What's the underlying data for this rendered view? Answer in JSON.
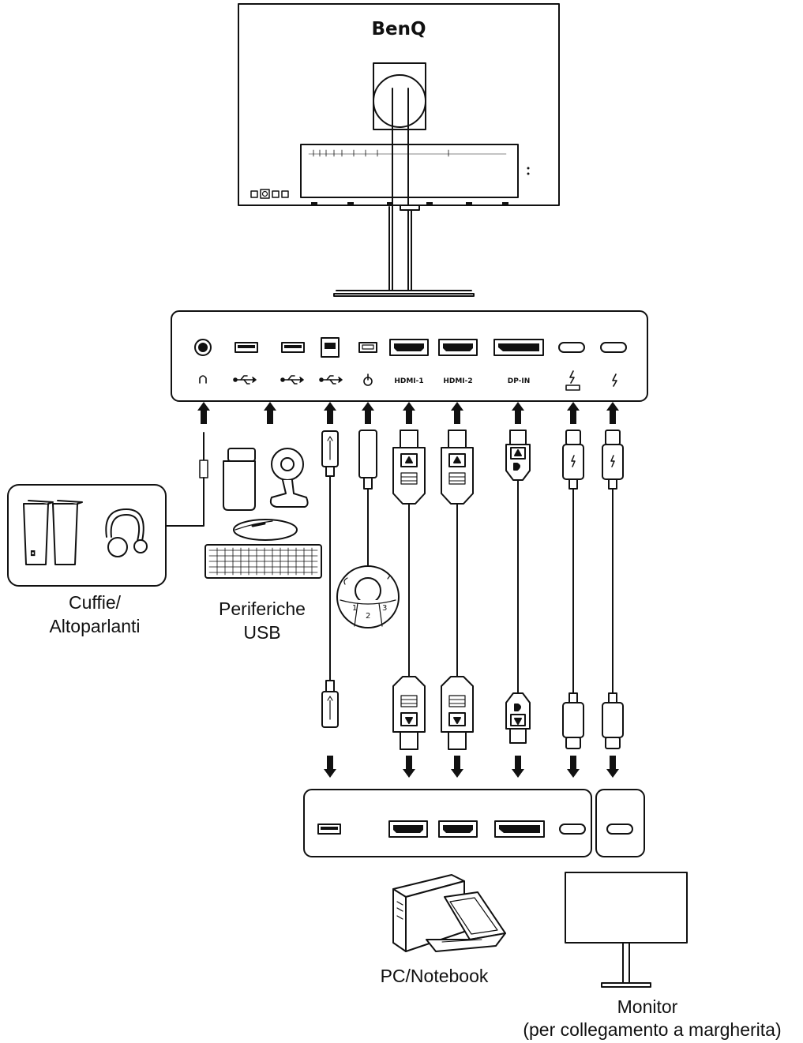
{
  "brand": {
    "logo_text": "BenQ"
  },
  "ports": [
    {
      "id": "audio",
      "glyph": "headphone-icon"
    },
    {
      "id": "usb1",
      "glyph": "usb-icon"
    },
    {
      "id": "usb2",
      "glyph": "usb-icon"
    },
    {
      "id": "usb-b",
      "glyph": "usb-icon"
    },
    {
      "id": "puck",
      "glyph": "puck-icon"
    },
    {
      "id": "hdmi1",
      "label": "HDMI-1"
    },
    {
      "id": "hdmi2",
      "label": "HDMI-2"
    },
    {
      "id": "dp",
      "label": "DP-IN"
    },
    {
      "id": "tb1",
      "glyph": "thunderbolt-laptop-icon"
    },
    {
      "id": "tb2",
      "glyph": "thunderbolt-icon"
    }
  ],
  "controller": {
    "buttons": [
      "1",
      "2",
      "3"
    ]
  },
  "labels": {
    "audio": [
      "Cuffie/",
      "Altoparlanti"
    ],
    "usb": [
      "Periferiche",
      "USB"
    ],
    "pc": "PC/Notebook",
    "monitor": "Monitor",
    "daisy": "(per collegamento a margherita)"
  }
}
